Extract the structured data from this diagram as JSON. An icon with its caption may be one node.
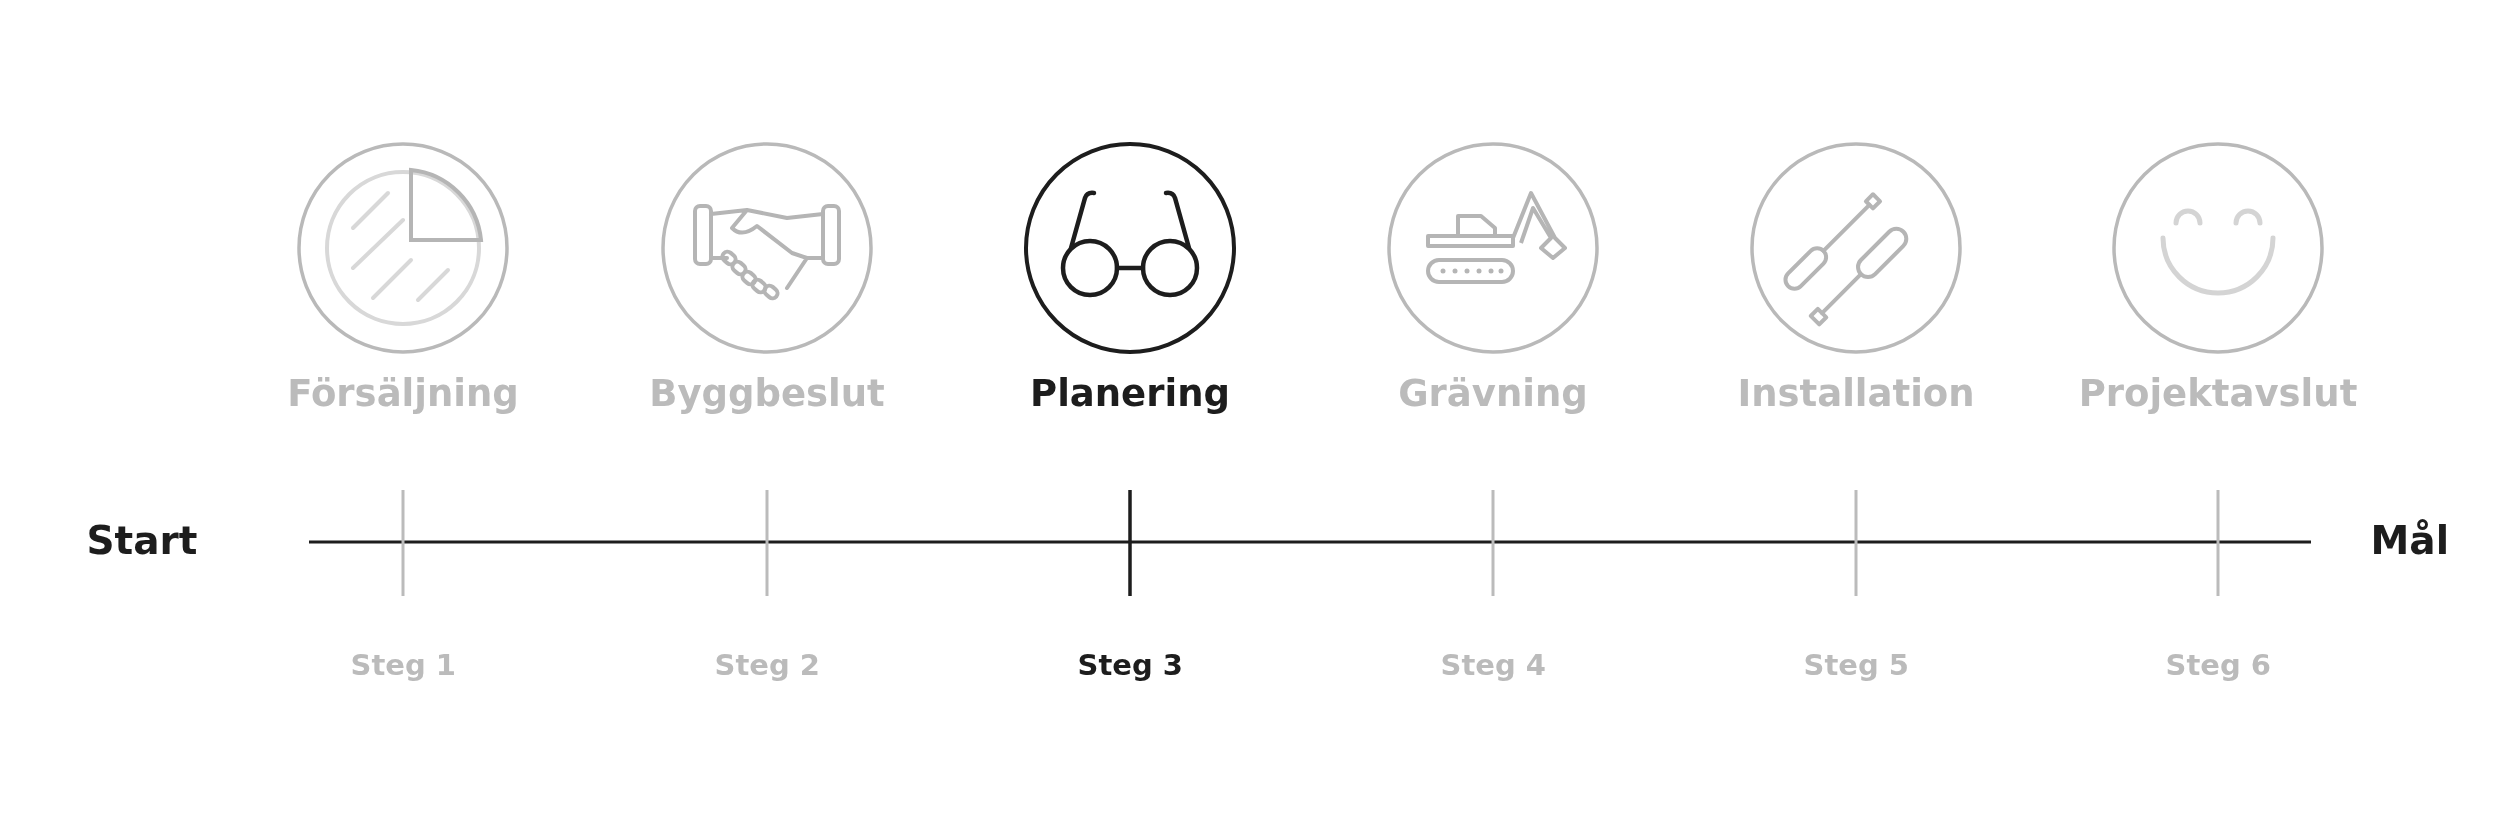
{
  "diagram": {
    "nodes": [
      {
        "text": [
          "Försäljning"
        ]
      },
      {
        "text": [
          "Byggbeslut"
        ]
      },
      {
        "text": [
          "Planering"
        ]
      },
      {
        "text": [
          "Grävning"
        ]
      },
      {
        "text": [
          "Installation"
        ]
      },
      {
        "text": [
          "Projektavslut"
        ]
      }
    ],
    "labels": [
      "Start",
      "Mål",
      "Steg 1",
      "Steg 2",
      "Steg 3",
      "Steg 4",
      "Steg 5",
      "Steg 6"
    ]
  }
}
